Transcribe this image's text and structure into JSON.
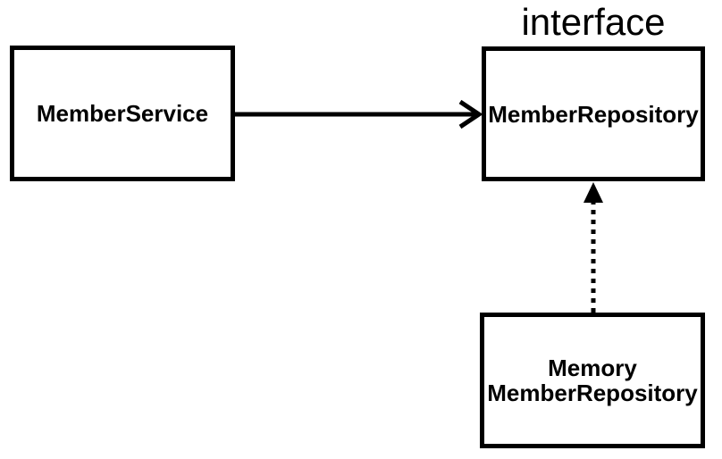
{
  "diagram": {
    "background_color": "#ffffff",
    "line_color": "#000000",
    "nodes": {
      "member_service": {
        "label": "MemberService"
      },
      "member_repository": {
        "label": "MemberRepository",
        "stereotype": "interface"
      },
      "memory_member_repository": {
        "label_line1": "Memory",
        "label_line2": "MemberRepository"
      }
    },
    "edges": [
      {
        "from": "member_service",
        "to": "member_repository",
        "line": "solid",
        "arrowhead": "open"
      },
      {
        "from": "memory_member_repository",
        "to": "member_repository",
        "line": "dotted",
        "arrowhead": "filled-triangle"
      }
    ]
  }
}
